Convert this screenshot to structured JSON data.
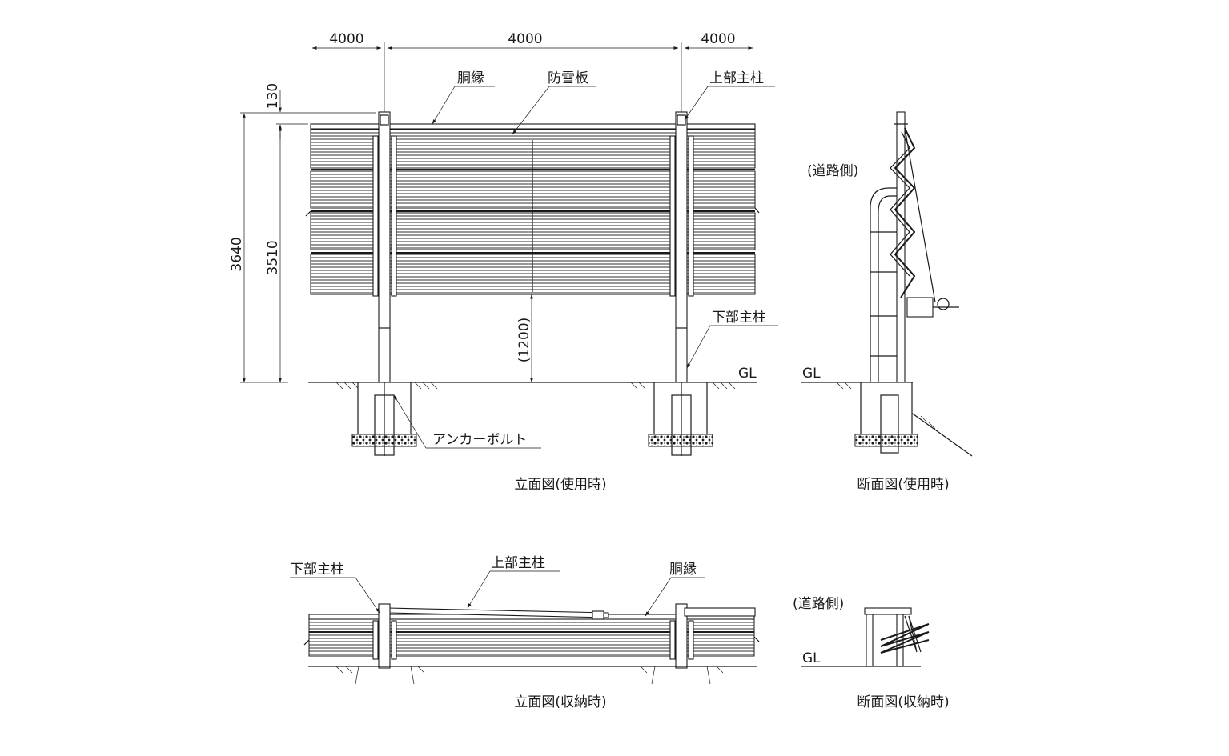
{
  "dimensions": {
    "span_left": "4000",
    "span_center": "4000",
    "span_right": "4000",
    "top_offset": "130",
    "total_height": "3640",
    "fence_height": "3510",
    "clearance": "(1200)"
  },
  "labels": {
    "doen": "胴縁",
    "bousetsuban": "防雪板",
    "jobu_shuchu": "上部主柱",
    "kabu_shuchu": "下部主柱",
    "anchor_bolt": "アンカーボルト",
    "gl": "GL",
    "road_side": "(道路側)"
  },
  "captions": {
    "elevation_use": "立面図(使用時)",
    "section_use": "断面図(使用時)",
    "elevation_stored": "立面図(収納時)",
    "section_stored": "断面図(収納時)"
  }
}
